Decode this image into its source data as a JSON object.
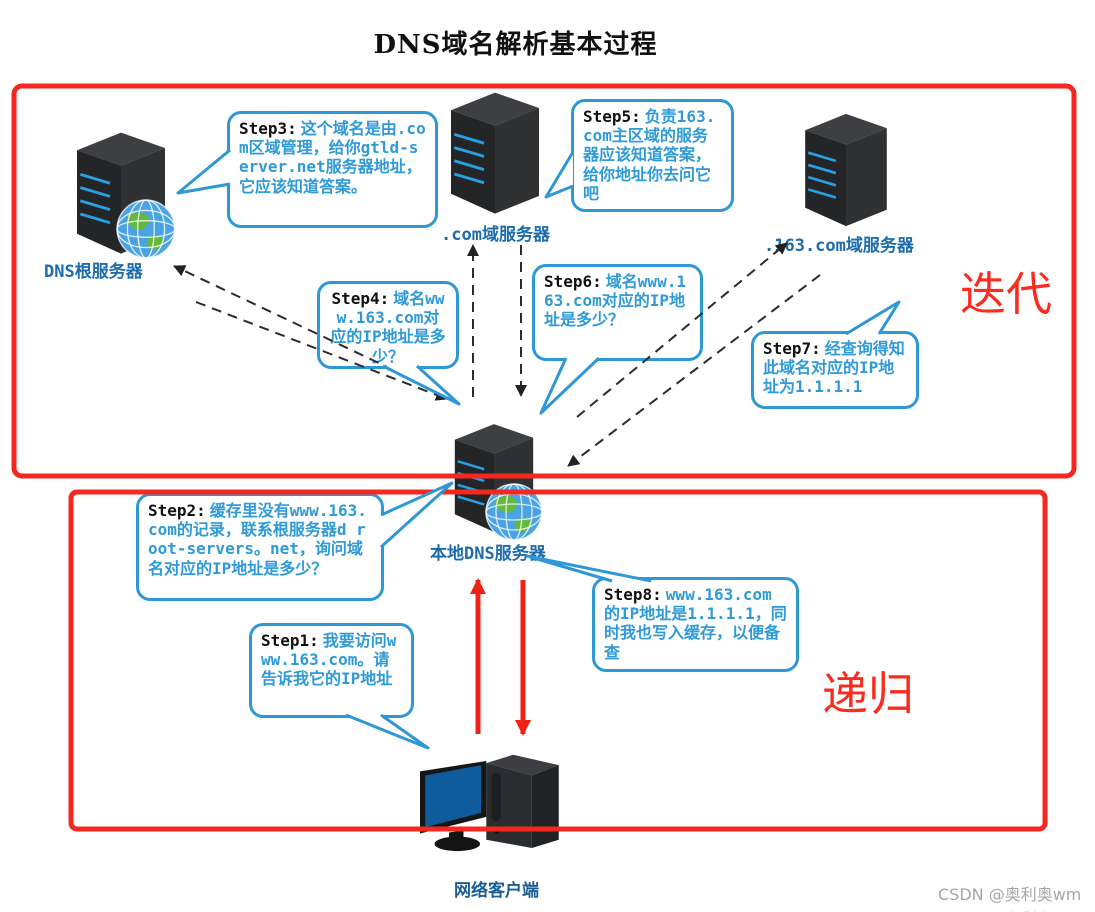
{
  "title": "DNS域名解析基本过程",
  "regions": {
    "iteration": "迭代",
    "recursion": "递归"
  },
  "nodes": {
    "root": "DNS根服务器",
    "com": ".com域服务器",
    "com163": ".163.com域服务器",
    "local": "本地DNS服务器",
    "client": "网络客户端"
  },
  "steps": [
    {
      "label": "Step1:",
      "text": "我要访问www.163.com。请告诉我它的IP地址"
    },
    {
      "label": "Step2:",
      "text": "缓存里没有www.163.com的记录，联系根服务器d root-servers。net，询问域名对应的IP地址是多少？"
    },
    {
      "label": "Step3:",
      "text": "这个域名是由.com区域管理，给你gtld-server.net服务器地址，它应该知道答案。"
    },
    {
      "label": "Step4:",
      "text": "域名www.163.com对应的IP地址是多少？"
    },
    {
      "label": "Step5:",
      "text": "负责163.com主区域的服务器应该知道答案，给你地址你去问它吧"
    },
    {
      "label": "Step6:",
      "text": "域名www.163.com对应的IP地址是多少？"
    },
    {
      "label": "Step7:",
      "text": "经查询得知此域名对应的IP地址为1.1.1.1"
    },
    {
      "label": "Step8:",
      "text": "www.163.com的IP地址是1.1.1.1，同时我也写入缓存，以便备查"
    }
  ],
  "watermark": "CSDN @奥利奥wm",
  "colors": {
    "bubble_blue": "#2e97d5",
    "node_label_blue": "#1c6cab",
    "region_red": "#fb2c1f",
    "server_stripe_blue": "#2aa0e4",
    "screen_blue": "#0e5c9c",
    "watermark_gray": "#a6a6a6"
  }
}
